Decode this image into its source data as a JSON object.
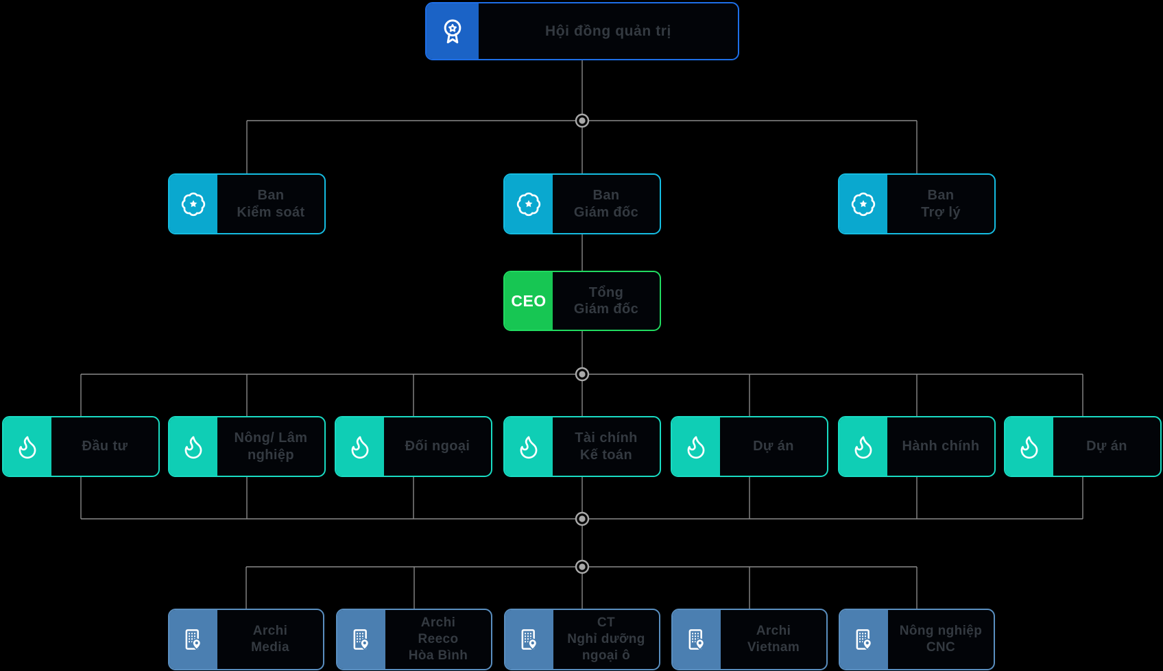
{
  "colors": {
    "background": "#000000",
    "board_blue": "#1b63c6",
    "board_blue_border": "#1e6fe8",
    "division_cyan": "#0aa8cf",
    "division_cyan_border": "#15bde2",
    "ceo_green": "#17c653",
    "ceo_green_border": "#21db60",
    "department_teal": "#0fceb5",
    "department_teal_border": "#19dcc3",
    "company_blue": "#4b7fb1",
    "company_blue_border": "#5a8fc0",
    "connector_gray": "#8a8a8a",
    "label_gray": "#343a41"
  },
  "org": {
    "root": {
      "label": "Hội đồng quản trị",
      "icon": "medal-icon"
    },
    "divisions": [
      {
        "label": "Ban\nKiểm soát",
        "icon": "badge-star-icon"
      },
      {
        "label": "Ban\nGiám đốc",
        "icon": "badge-star-icon"
      },
      {
        "label": "Ban\nTrợ lý",
        "icon": "badge-star-icon"
      }
    ],
    "ceo": {
      "badge": "CEO",
      "label": "Tổng\nGiám đốc"
    },
    "departments": [
      {
        "label": "Đầu tư",
        "icon": "flame-icon"
      },
      {
        "label": "Nông/ Lâm\nnghiệp",
        "icon": "flame-icon"
      },
      {
        "label": "Đối ngoại",
        "icon": "flame-icon"
      },
      {
        "label": "Tài chính\nKế toán",
        "icon": "flame-icon"
      },
      {
        "label": "Dự án",
        "icon": "flame-icon"
      },
      {
        "label": "Hành chính",
        "icon": "flame-icon"
      },
      {
        "label": "Dự án",
        "icon": "flame-icon"
      }
    ],
    "companies": [
      {
        "label": "Archi\nMedia",
        "icon": "building-pin-icon"
      },
      {
        "label": "Archi\nReeco\nHòa Bình",
        "icon": "building-pin-icon"
      },
      {
        "label": "CT\nNghỉ dưỡng\nngoại ô",
        "icon": "building-pin-icon"
      },
      {
        "label": "Archi\nVietnam",
        "icon": "building-pin-icon"
      },
      {
        "label": "Nông nghiệp\nCNC",
        "icon": "building-pin-icon"
      }
    ]
  }
}
